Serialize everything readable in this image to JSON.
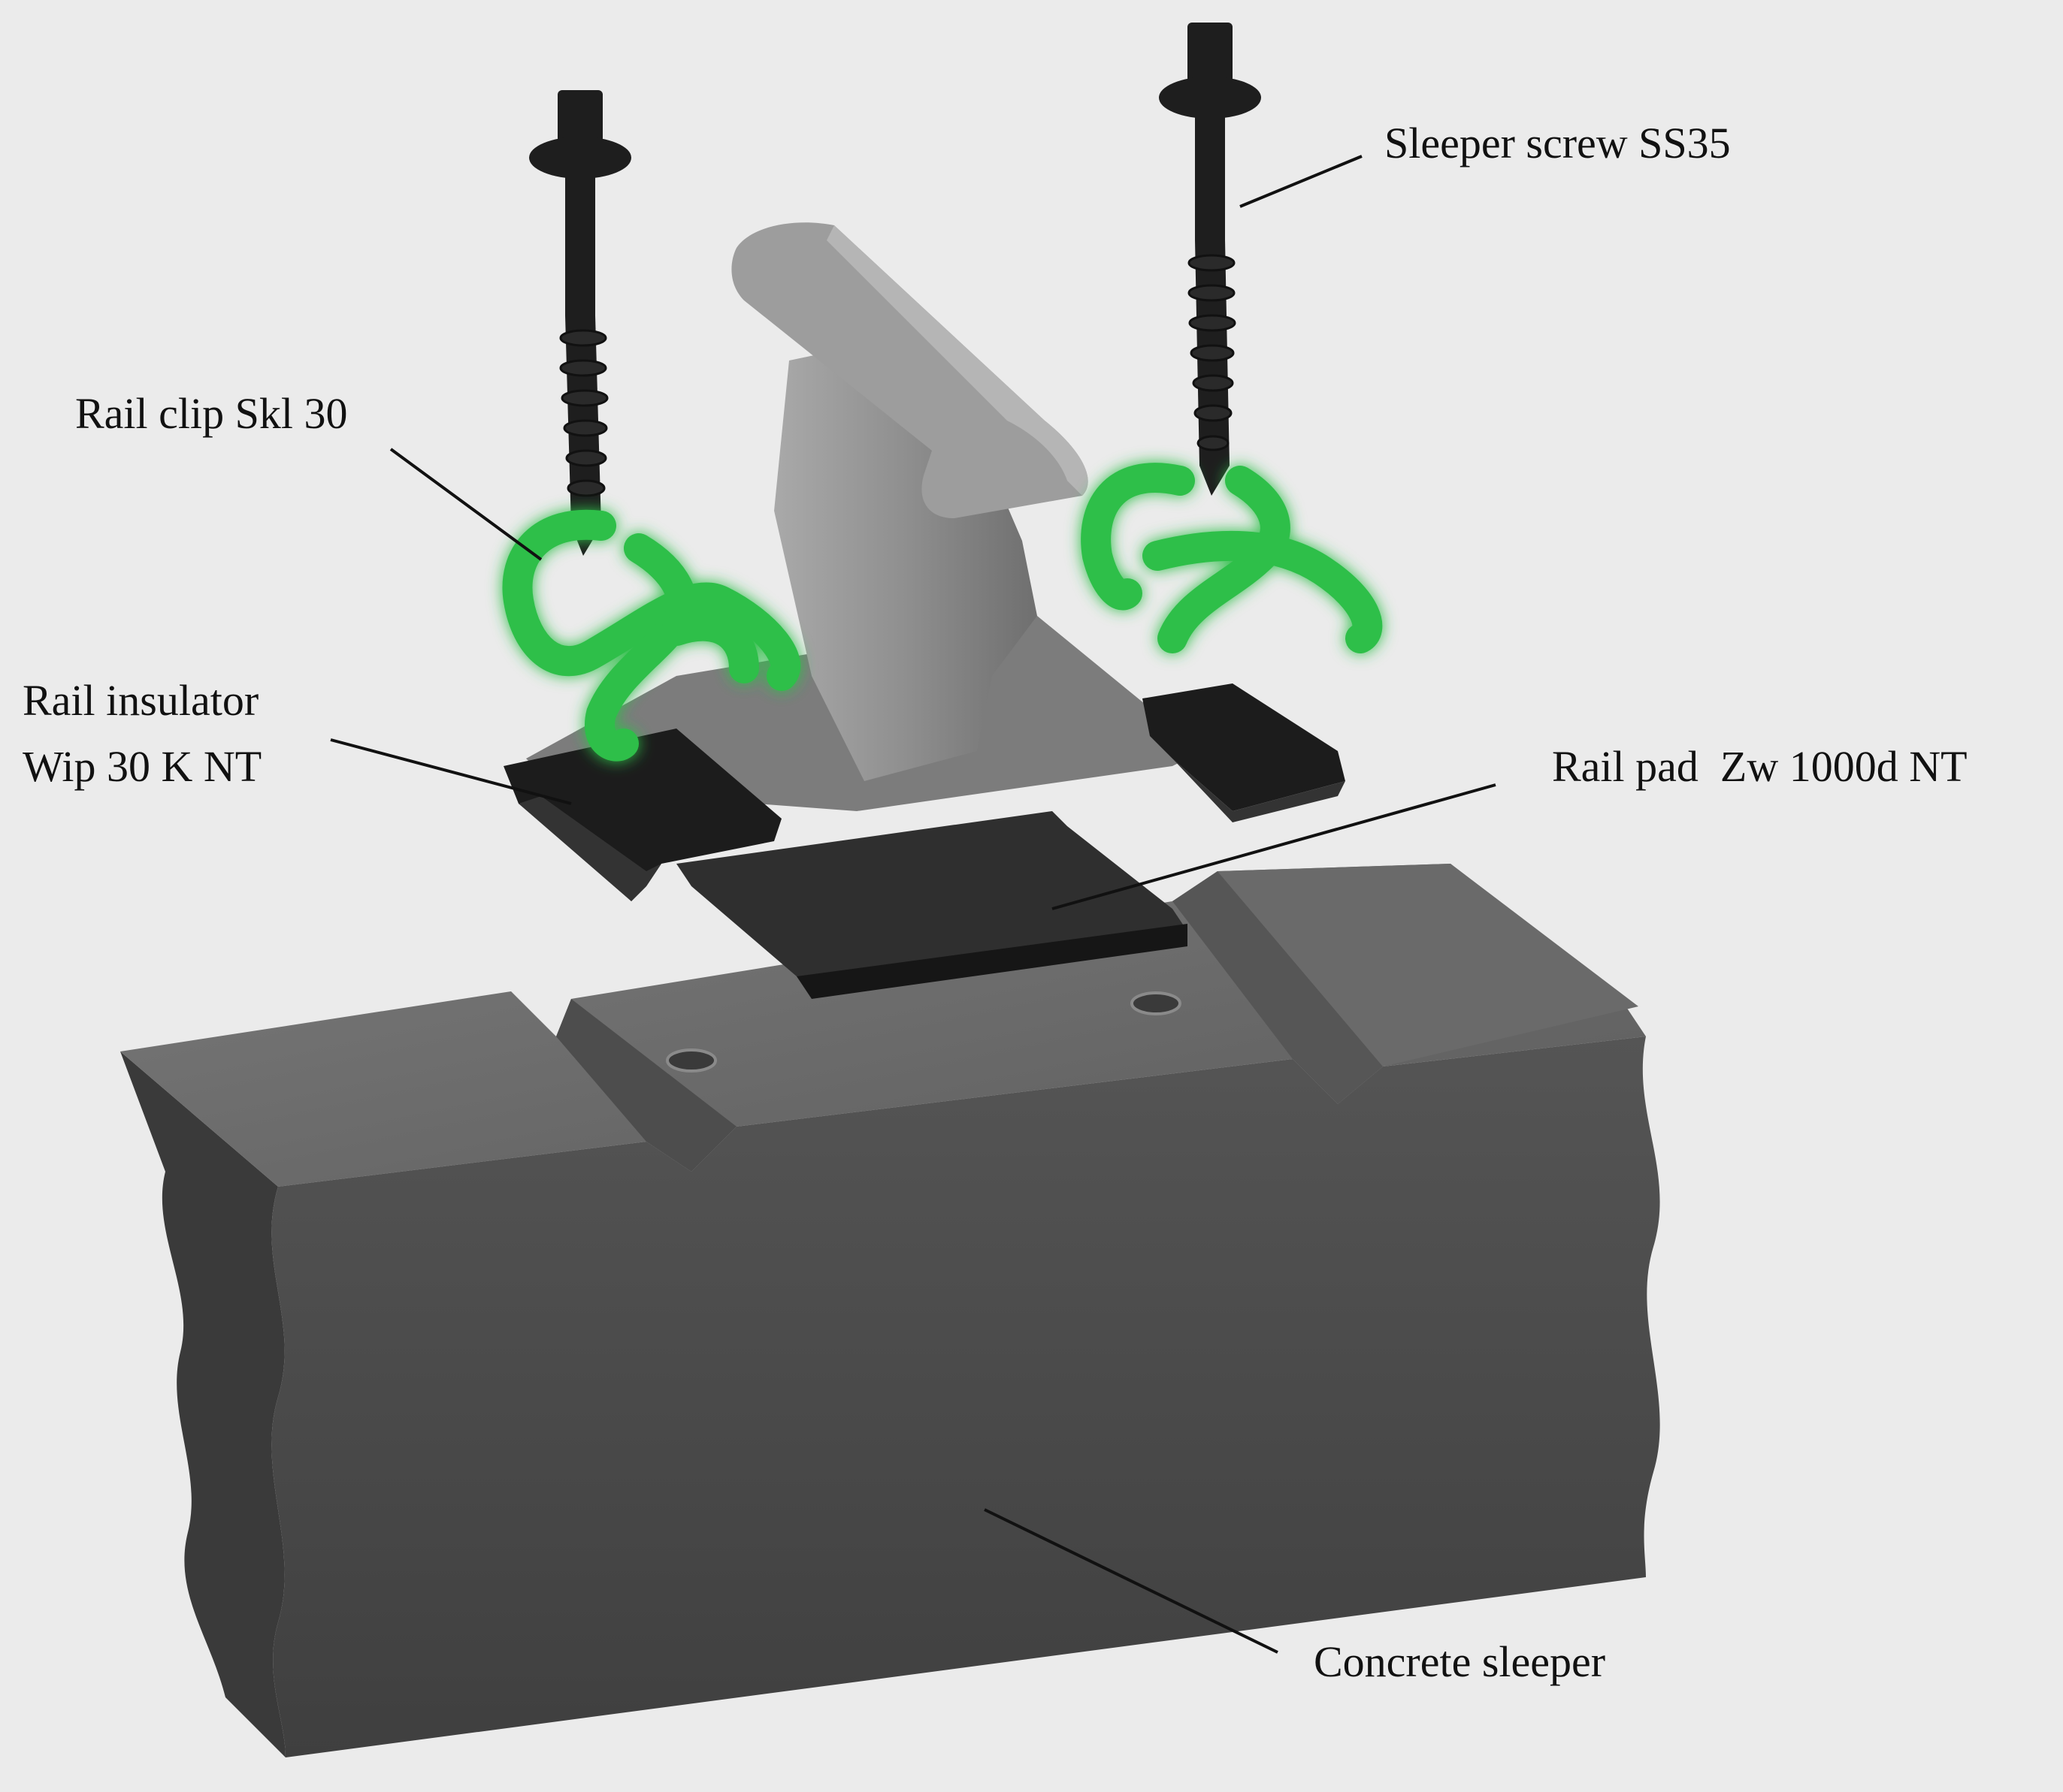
{
  "labels": {
    "sleeper_screw": "Sleeper screw SS35",
    "rail_clip": "Rail clip Skl 30",
    "rail_insulator_line1": "Rail insulator",
    "rail_insulator_line2": "Wip 30 K NT",
    "rail_pad": "Rail pad  Zw 1000d NT",
    "concrete_sleeper": "Concrete sleeper"
  },
  "colors": {
    "background": "#ebebeb",
    "sleeper_front": "#4a4a4a",
    "sleeper_top": "#6b6b6b",
    "rail": "#8e8e8e",
    "clip": "#2fbf4a",
    "screw": "#1e1e1e",
    "insulator": "#202020",
    "pad": "#2a2a2a"
  }
}
